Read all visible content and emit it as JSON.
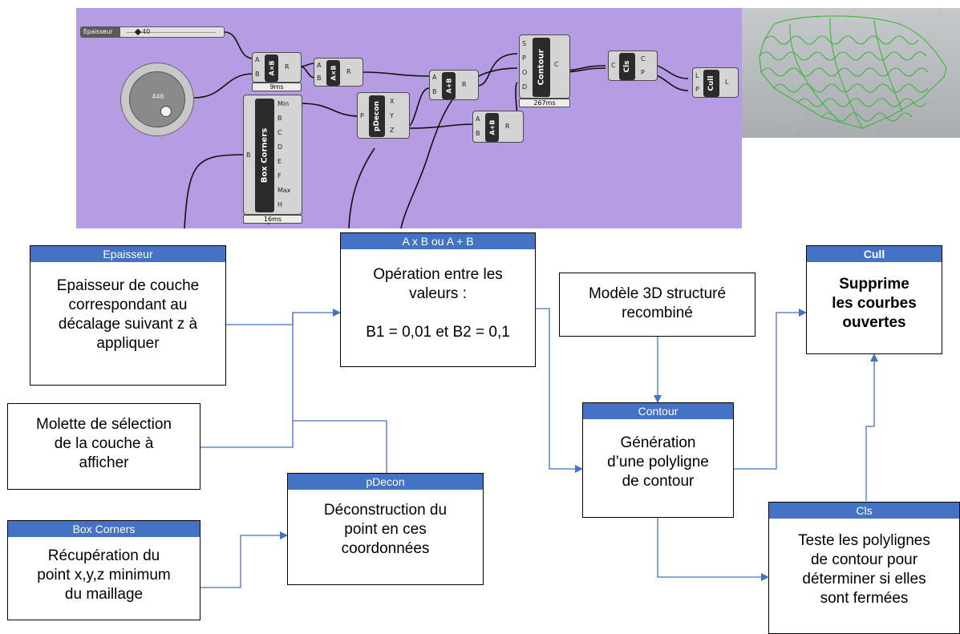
{
  "grasshopper": {
    "slider": {
      "name": "Epaisseur",
      "value": "40"
    },
    "dial": {
      "value": "446"
    },
    "components": {
      "multiply_1": {
        "label": "A×B",
        "inputs": [
          "A",
          "B"
        ],
        "outputs": [
          "R"
        ],
        "time": "9ms"
      },
      "multiply_2": {
        "label": "A×B",
        "inputs": [
          "A",
          "B"
        ],
        "outputs": [
          "R"
        ]
      },
      "box_corners": {
        "label": "Box Corners",
        "inputs": [
          "B"
        ],
        "outputs": [
          "Min",
          "B",
          "C",
          "D",
          "E",
          "F",
          "Max",
          "H"
        ],
        "time": "16ms"
      },
      "pdecon": {
        "label": "pDecon",
        "inputs": [
          "P"
        ],
        "outputs": [
          "X",
          "Y",
          "Z"
        ]
      },
      "add_1": {
        "label": "A+B",
        "inputs": [
          "A",
          "B"
        ],
        "outputs": [
          "R"
        ]
      },
      "add_2": {
        "label": "A+B",
        "inputs": [
          "A",
          "B"
        ],
        "outputs": [
          "R"
        ]
      },
      "contour": {
        "label": "Contour",
        "inputs": [
          "S",
          "P",
          "O",
          "D"
        ],
        "outputs": [
          "C"
        ],
        "time": "267ms"
      },
      "cls": {
        "label": "Cls",
        "inputs": [
          "C"
        ],
        "outputs": [
          "C",
          "P"
        ]
      },
      "cull": {
        "label": "Cull",
        "inputs": [
          "L",
          "P"
        ],
        "outputs": [
          "L"
        ]
      }
    }
  },
  "flowchart": {
    "epaisseur": {
      "header": "Epaisseur",
      "body": "Epaisseur de couche\ncorrespondant au\ndécalage suivant z à\nappliquer"
    },
    "molette": {
      "body": "Molette de sélection\nde la couche à\nafficher"
    },
    "box_corners": {
      "header": "Box Corners",
      "body": "Récupération du\npoint x,y,z minimum\ndu maillage"
    },
    "operation": {
      "header": "A x B ou A + B",
      "body": "Opération entre les\nvaleurs :\n\nB1 = 0,01 et B2 = 0,1"
    },
    "pdecon": {
      "header": "pDecon",
      "body": "Déconstruction du\npoint en ces\ncoordonnées"
    },
    "modele": {
      "body": "Modèle 3D structuré\nrecombiné"
    },
    "contour": {
      "header": "Contour",
      "body": "Génération\nd’une polyligne\nde contour"
    },
    "cull": {
      "header": "Cull",
      "body": "Supprime\nles courbes\nouvertes"
    },
    "cls": {
      "header": "Cls",
      "body": "Teste les polylignes\nde contour pour\ndéterminer si elles\nsont fermées"
    }
  },
  "colors": {
    "canvas": "#b59ce3",
    "header_blue": "#4472c4",
    "connector_blue": "#4472c4",
    "mesh_green": "#3cb43c"
  }
}
